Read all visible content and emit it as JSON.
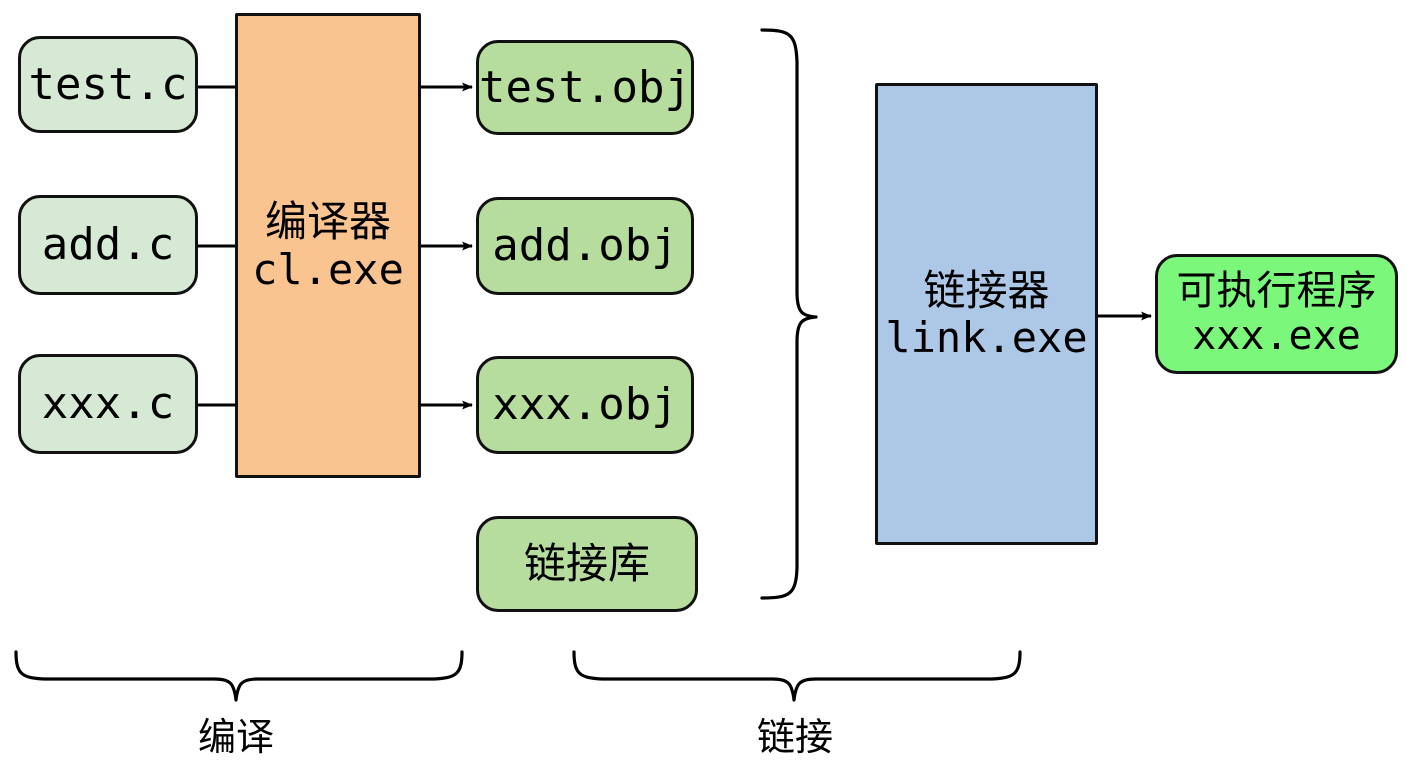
{
  "diagram": {
    "title_semantics": "C compilation and linking pipeline",
    "colors": {
      "source_box": "#d6e9d4",
      "object_box": "#b6dd9e",
      "compiler_box": "#fac491",
      "linker_box": "#adc7e7",
      "executable_box": "#7bf77b",
      "stroke": "#111111",
      "background": "#ffffff"
    },
    "sources": [
      {
        "label": "test.c"
      },
      {
        "label": "add.c"
      },
      {
        "label": "xxx.c"
      }
    ],
    "compiler": {
      "name": "编译器",
      "program": "cl.exe"
    },
    "objects": [
      {
        "label": "test.obj"
      },
      {
        "label": "add.obj"
      },
      {
        "label": "xxx.obj"
      }
    ],
    "library": {
      "label": "链接库"
    },
    "linker": {
      "name": "链接器",
      "program": "link.exe"
    },
    "output": {
      "name": "可执行程序",
      "program": "xxx.exe"
    },
    "phases": [
      {
        "label": "编译"
      },
      {
        "label": "链接"
      }
    ]
  }
}
